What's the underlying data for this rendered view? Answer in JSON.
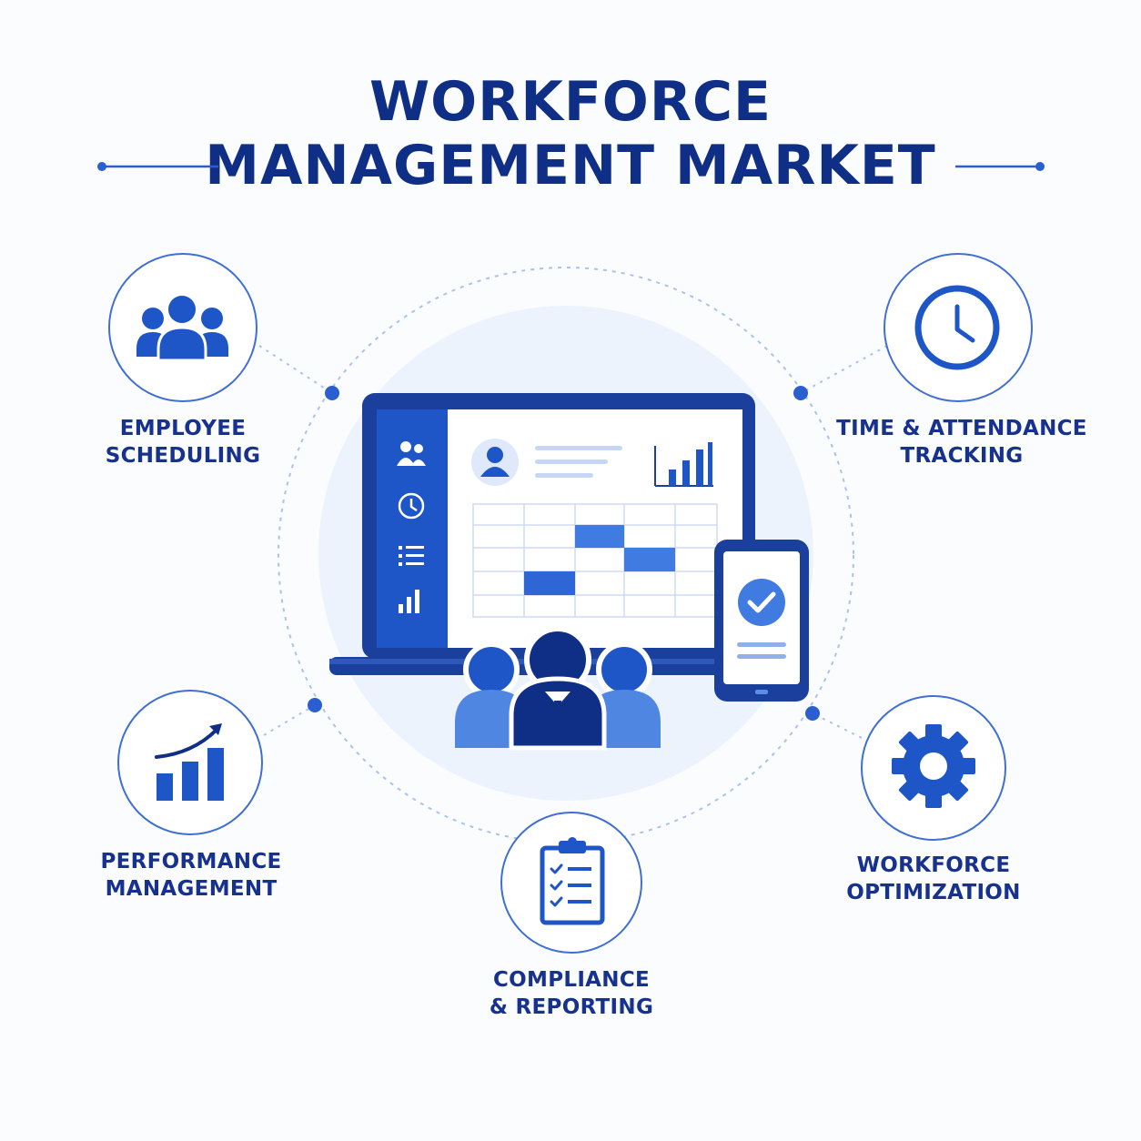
{
  "title": {
    "line1": "WORKFORCE",
    "line2": "MANAGEMENT MARKET"
  },
  "colors": {
    "navy": "#0f2f86",
    "blue": "#1f56c7",
    "light_blue": "#5a8ee0",
    "pale_blue": "#eaf1fd",
    "text": "#17318f"
  },
  "features": [
    {
      "id": "employee-scheduling",
      "icon": "people-group-icon",
      "line1": "EMPLOYEE",
      "line2": "SCHEDULING"
    },
    {
      "id": "time-attendance",
      "icon": "clock-icon",
      "line1": "TIME & ATTENDANCE",
      "line2": "TRACKING"
    },
    {
      "id": "performance-management",
      "icon": "growth-chart-icon",
      "line1": "PERFORMANCE",
      "line2": "MANAGEMENT"
    },
    {
      "id": "compliance-reporting",
      "icon": "clipboard-checklist-icon",
      "line1": "COMPLIANCE",
      "line2": "& REPORTING"
    },
    {
      "id": "workforce-optimization",
      "icon": "gear-icon",
      "line1": "WORKFORCE",
      "line2": "OPTIMIZATION"
    }
  ],
  "center": {
    "sidebar_icons": [
      "users-icon",
      "clock-icon",
      "list-icon",
      "bar-chart-icon"
    ],
    "phone_icon": "checkmark-icon",
    "people_icon": "team-icon"
  }
}
